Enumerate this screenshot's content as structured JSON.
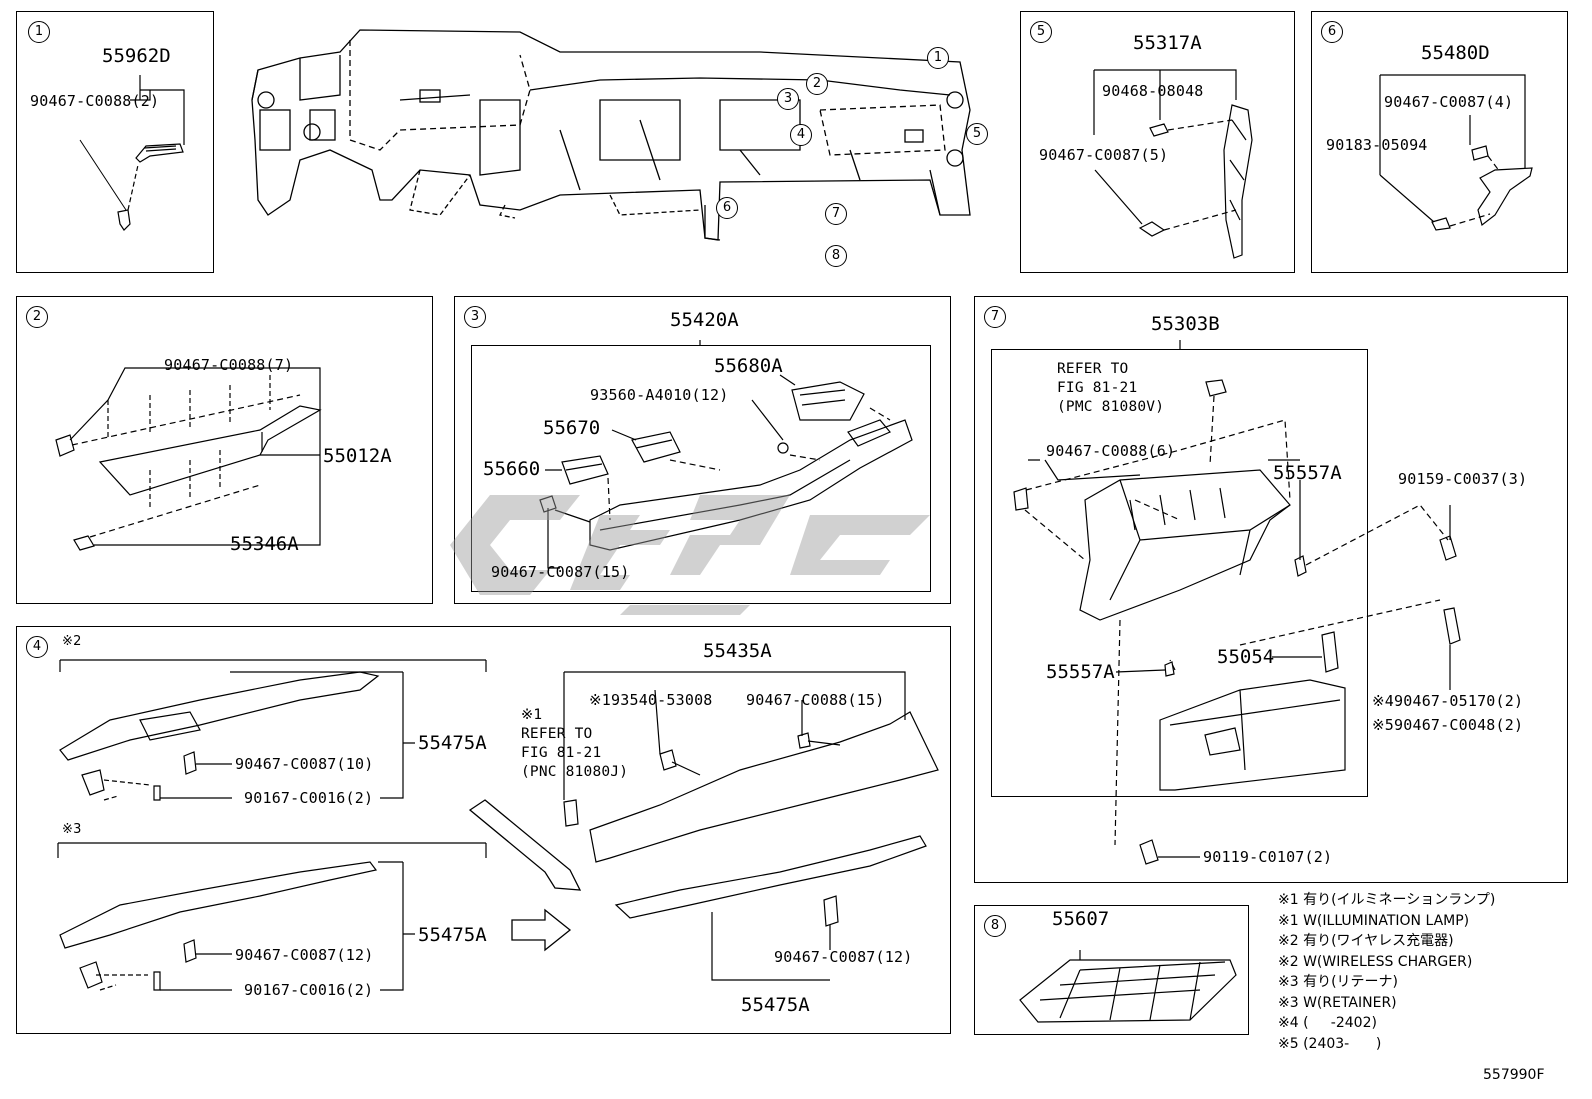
{
  "figure": {
    "code": "557990F",
    "hotspots": [
      "1",
      "2",
      "3",
      "4",
      "5",
      "6",
      "7",
      "8"
    ]
  },
  "panels": {
    "p1": {
      "num": "1",
      "part": "55962D",
      "clip": "90467-C0088(2)"
    },
    "p5": {
      "num": "5",
      "part": "55317A",
      "clip1": "90468-08048",
      "clip2": "90467-C0087(5)"
    },
    "p6": {
      "num": "6",
      "part": "55480D",
      "clip1": "90467-C0087(4)",
      "clip2": "90183-05094"
    },
    "p2": {
      "num": "2",
      "clip_top": "90467-C0088(7)",
      "part": "55012A",
      "clip_bottom": "55346A"
    },
    "p3": {
      "num": "3",
      "assy": "55420A",
      "vent_a": "55680A",
      "screw": "93560-A4010(12)",
      "vent_b": "55670",
      "vent_c": "55660",
      "clip": "90467-C0087(15)"
    },
    "p4": {
      "num": "4",
      "mark2": "※2",
      "mark3": "※3",
      "assy": "55435A",
      "part_a": "55475A",
      "clip_a": "90467-C0087(10)",
      "screw_a": "90167-C0016(2)",
      "part_b": "55475A",
      "clip_b": "90467-C0087(12)",
      "screw_b": "90167-C0016(2)",
      "bolt": "※193540-53008",
      "clip_c": "90467-C0088(15)",
      "refer": "※1\nREFER TO\nFIG 81-21\n(PNC 81080J)",
      "clip_d": "90467-C0087(12)",
      "part_c": "55475A"
    },
    "p7": {
      "num": "7",
      "assy": "55303B",
      "refer": "REFER TO\nFIG 81-21\n(PMC 81080V)",
      "clip_a": "90467-C0088(6)",
      "part_a": "55557A",
      "bolt": "90159-C0037(3)",
      "part_b": "55557A",
      "part_c": "55054",
      "clip_b": "※490467-05170(2)",
      "clip_c": "※590467-C0048(2)",
      "screw": "90119-C0107(2)"
    },
    "p8": {
      "num": "8",
      "part": "55607"
    }
  },
  "legend": [
    "※1 有り(イルミネーションランプ)",
    "※1 W(ILLUMINATION LAMP)",
    "※2 有り(ワイヤレス充電器)",
    "※2 W(WIRELESS CHARGER)",
    "※3 有り(リテーナ)",
    "※3 W(RETAINER)",
    "※4 (     -2402)",
    "※5 (2403-      )"
  ]
}
